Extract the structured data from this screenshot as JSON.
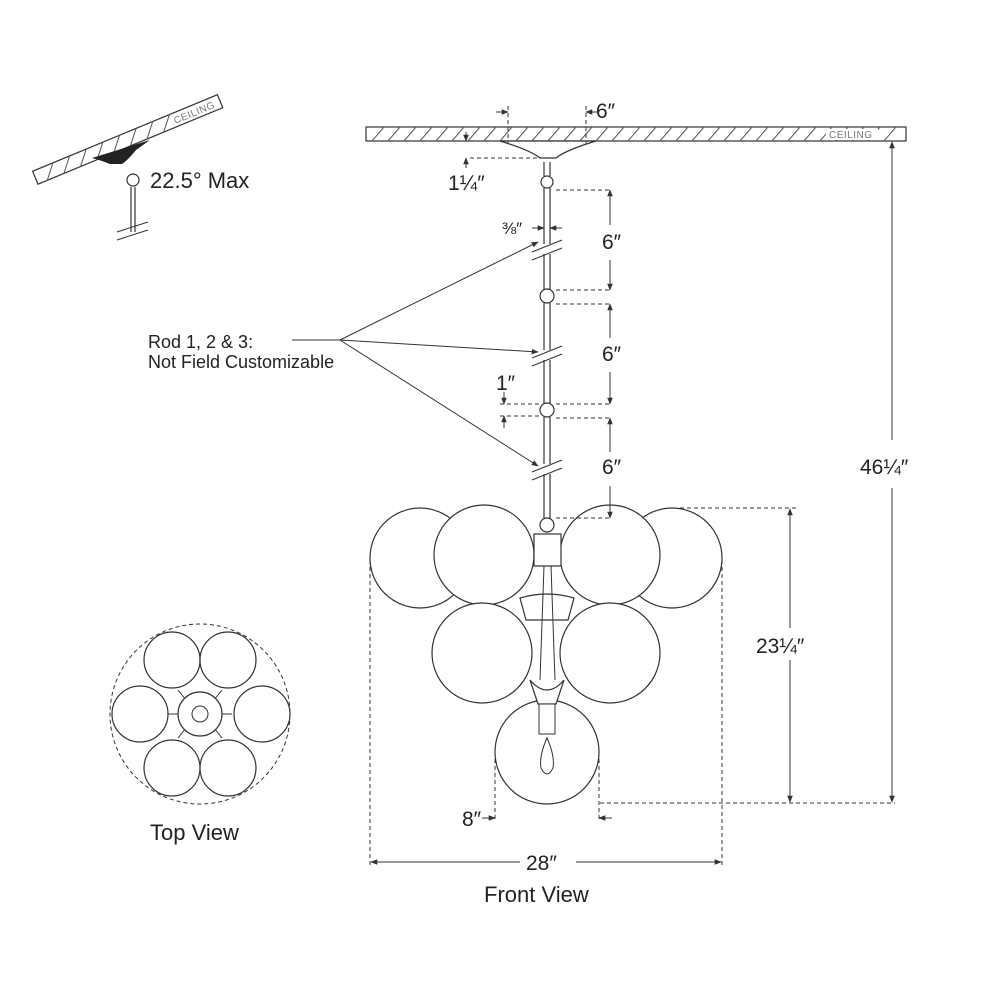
{
  "labels": {
    "ceiling": "CEILING",
    "slope_max": "22.5° Max",
    "rod_note_line1": "Rod 1, 2 & 3:",
    "rod_note_line2": "Not Field Customizable",
    "top_view": "Top View",
    "front_view": "Front View"
  },
  "dimensions": {
    "canopy_width": "6″",
    "canopy_height": "1¼″",
    "rod_diameter": "⅜″",
    "rod_1": "6″",
    "rod_2": "6″",
    "rod_3": "6″",
    "joint": "1″",
    "overall_height": "46¼″",
    "fixture_height": "23¼″",
    "bottom_globe_width": "8″",
    "overall_width": "28″"
  },
  "colors": {
    "line": "#333333",
    "background": "#ffffff"
  }
}
